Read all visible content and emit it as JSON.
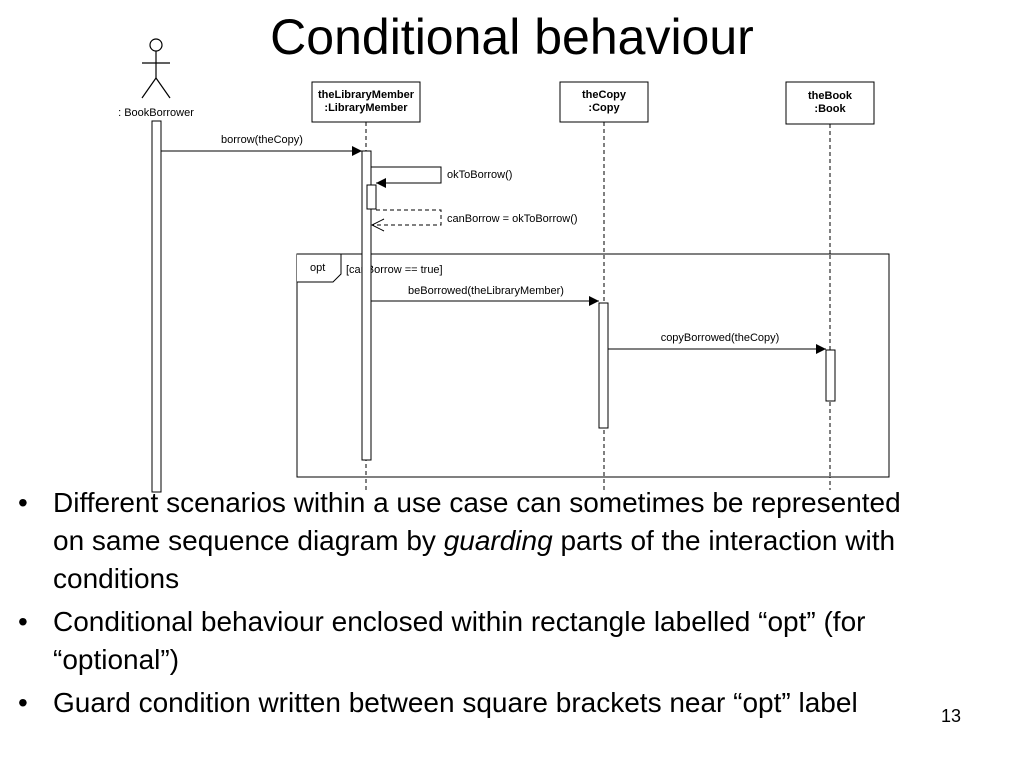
{
  "slide": {
    "title": "Conditional behaviour",
    "page_number": "13"
  },
  "diagram": {
    "actor": {
      "label": ": BookBorrower"
    },
    "lifelines": [
      {
        "id": "member",
        "line1": "theLibraryMember",
        "line2": ":LibraryMember"
      },
      {
        "id": "copy",
        "line1": "theCopy",
        "line2": ":Copy"
      },
      {
        "id": "book",
        "line1": "theBook",
        "line2": ":Book"
      }
    ],
    "messages": [
      {
        "label": "borrow(theCopy)",
        "type": "sync"
      },
      {
        "label": "okToBorrow()",
        "type": "self-call"
      },
      {
        "label": "canBorrow = okToBorrow()",
        "type": "return"
      },
      {
        "label": "beBorrowed(theLibraryMember)",
        "type": "sync"
      },
      {
        "label": "copyBorrowed(theCopy)",
        "type": "sync"
      }
    ],
    "fragment": {
      "operator": "opt",
      "guard": "[canBorrow == true]"
    }
  },
  "bullets": {
    "b1_pre": "Different scenarios within a use case can sometimes be represented on same sequence diagram by ",
    "b1_em": "guarding",
    "b1_post": " parts of the interaction with conditions",
    "b2": "Conditional behaviour enclosed within rectangle labelled “opt” (for “optional”)",
    "b3": "Guard condition written between square brackets near “opt” label"
  }
}
